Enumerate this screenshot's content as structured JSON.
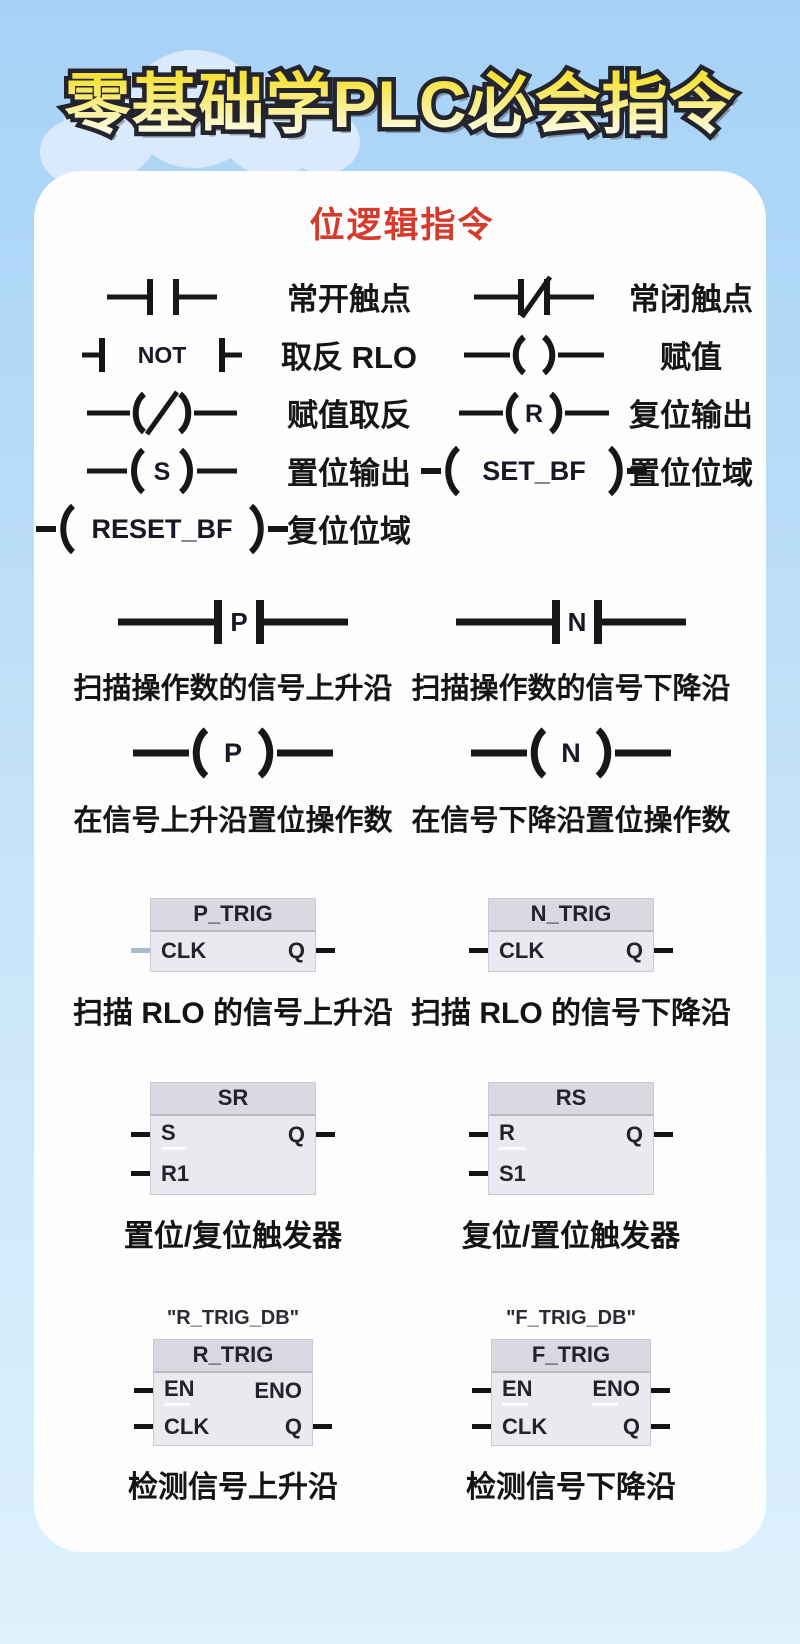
{
  "page": {
    "title": "零基础学PLC必会指令"
  },
  "card": {
    "heading": "位逻辑指令",
    "basic": [
      {
        "desc": "常开触点"
      },
      {
        "desc": "常闭触点"
      },
      {
        "label": "NOT",
        "desc": "取反 RLO"
      },
      {
        "desc": "赋值"
      },
      {
        "desc": "赋值取反"
      },
      {
        "label": "R",
        "desc": "复位输出"
      },
      {
        "label": "S",
        "desc": "置位输出"
      },
      {
        "label": "SET_BF",
        "desc": "置位位域"
      },
      {
        "label": "RESET_BF",
        "desc": "复位位域"
      }
    ],
    "edge": {
      "contact_p": "P",
      "contact_n": "N",
      "scan_up": "扫描操作数的信号上升沿",
      "scan_down": "扫描操作数的信号下降沿",
      "coil_p": "P",
      "coil_n": "N",
      "set_up": "在信号上升沿置位操作数",
      "set_down": "在信号下降沿置位操作数"
    },
    "blocks": {
      "p_trig": {
        "title": "P_TRIG",
        "pin_clk": "CLK",
        "pin_q": "Q",
        "caption": "扫描 RLO 的信号上升沿"
      },
      "n_trig": {
        "title": "N_TRIG",
        "pin_clk": "CLK",
        "pin_q": "Q",
        "caption": "扫描 RLO 的信号下降沿"
      },
      "sr": {
        "title": "SR",
        "pin_s": "S",
        "pin_r1": "R1",
        "pin_q": "Q",
        "caption": "置位/复位触发器"
      },
      "rs": {
        "title": "RS",
        "pin_r": "R",
        "pin_s1": "S1",
        "pin_q": "Q",
        "caption": "复位/置位触发器"
      },
      "r_trig": {
        "instance": "\"R_TRIG_DB\"",
        "title": "R_TRIG",
        "pin_en": "EN",
        "pin_eno": "ENO",
        "pin_clk": "CLK",
        "pin_q": "Q",
        "caption": "检测信号上升沿"
      },
      "f_trig": {
        "instance": "\"F_TRIG_DB\"",
        "title": "F_TRIG",
        "pin_en": "EN",
        "pin_eno": "ENO",
        "pin_clk": "CLK",
        "pin_q": "Q",
        "caption": "检测信号下降沿"
      }
    }
  }
}
